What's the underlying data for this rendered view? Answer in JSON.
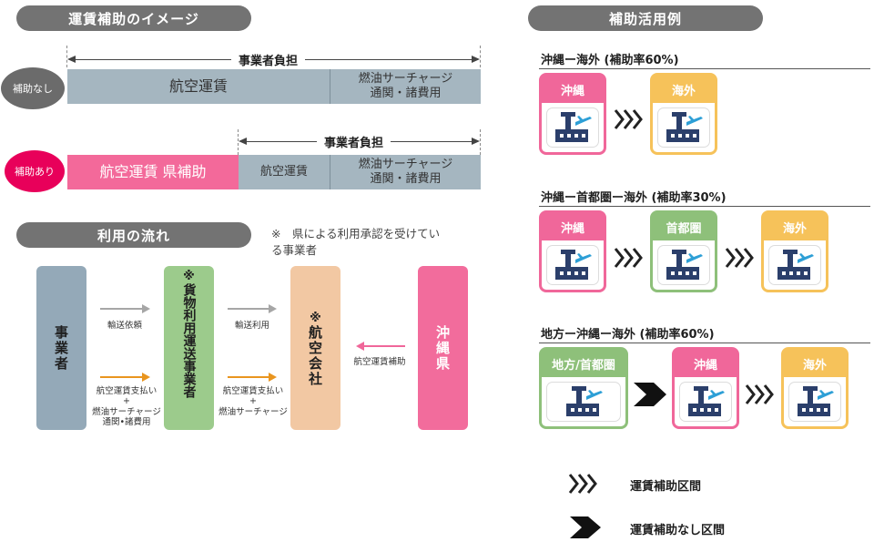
{
  "header_left": "運賃補助のイメージ",
  "header_flow": "利用の流れ",
  "header_right": "補助活用例",
  "image": {
    "no_subsidy": {
      "label": "補助なし",
      "span_label": "事業者負担",
      "bar1": "航空運賃",
      "bar2_line1": "燃油サーチャージ",
      "bar2_line2": "通関・諸費用"
    },
    "with_subsidy": {
      "label": "補助あり",
      "span_label": "事業者負担",
      "bar1": "航空運賃 県補助",
      "bar2": "航空運賃",
      "bar3_line1": "燃油サーチャージ",
      "bar3_line2": "通関・諸費用"
    }
  },
  "flow": {
    "note_line1": "※　県による利用承認を受けてい",
    "note_line2": "る事業者",
    "jigyosha": "事業者",
    "kamotsu_mark": "※",
    "kamotsu": "貨物利用運送事業者",
    "airline_mark": "※",
    "airline": "航空会社",
    "pref": "沖縄県",
    "a1": "輸送依頼",
    "a2_line1": "航空運賃支払い",
    "a2_line2": "+",
    "a2_line3": "燃油サーチャージ",
    "a2_line4": "通関•諸費用",
    "a3": "輸送利用",
    "a4_line1": "航空運賃支払い",
    "a4_line2": "+",
    "a4_line3": "燃油サーチャージ",
    "a5": "航空運賃補助"
  },
  "examples": [
    {
      "title": "沖縄ー海外 (補助率60%)",
      "cards": [
        "沖縄",
        "海外"
      ]
    },
    {
      "title": "沖縄ー首都圏ー海外 (補助率30%)",
      "cards": [
        "沖縄",
        "首都圏",
        "海外"
      ]
    },
    {
      "title": "地方ー沖縄ー海外 (補助率60%)",
      "cards": [
        "地方/首都圏",
        "沖縄",
        "海外"
      ]
    }
  ],
  "legend": {
    "subsidized": "運賃補助区間",
    "not_subsidized": "運賃補助なし区間"
  },
  "colors": {
    "okinawa": "#f0679a",
    "overseas": "#f6c25a",
    "shutoken": "#8ec07a",
    "flow_blue": "#94a9b8",
    "flow_green": "#9ccb8c",
    "flow_peach": "#f2c8a3",
    "flow_pink": "#f26c9c",
    "icon_navy": "#2b3f6b",
    "icon_cyan": "#2d9fd6"
  }
}
